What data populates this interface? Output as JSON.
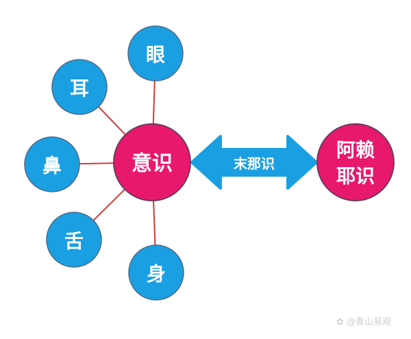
{
  "center": {
    "label": "意识"
  },
  "senses": [
    {
      "label": "眼"
    },
    {
      "label": "耳"
    },
    {
      "label": "鼻"
    },
    {
      "label": "舌"
    },
    {
      "label": "身"
    }
  ],
  "arrow": {
    "label": "末那识"
  },
  "right": {
    "line1": "阿赖",
    "line2": "耶识"
  },
  "watermark": "@青山易观",
  "colors": {
    "blue": "#1aa0e2",
    "pink": "#e8186c",
    "line": "#d23a3a",
    "border": "#6b3d5c"
  }
}
